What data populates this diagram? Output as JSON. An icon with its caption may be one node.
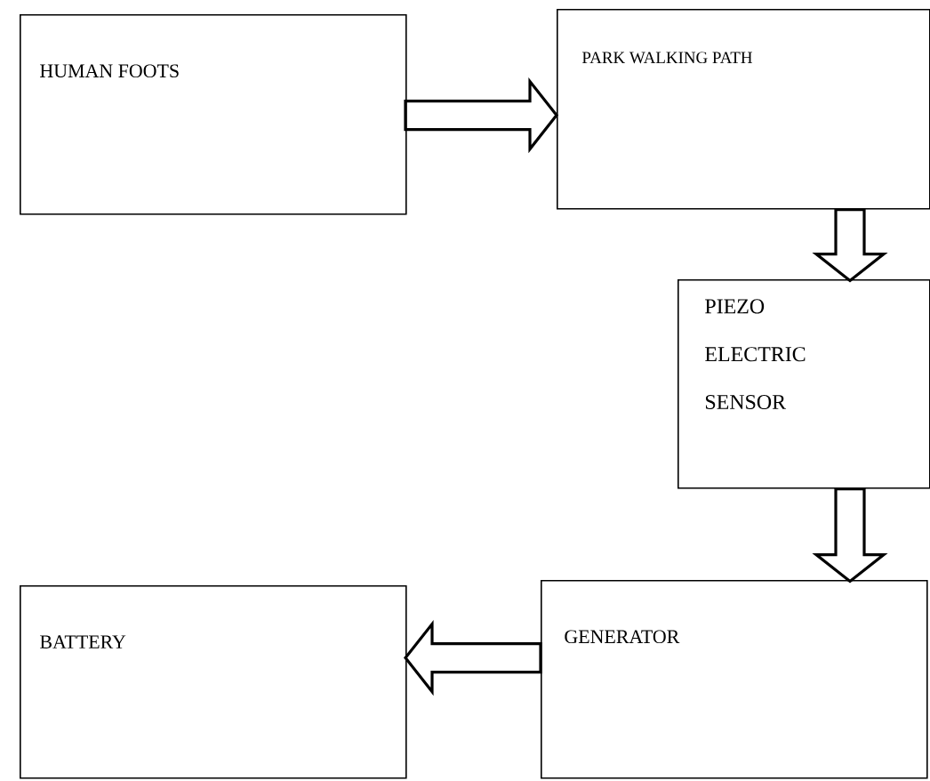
{
  "diagram": {
    "nodes": [
      {
        "text": [
          "HUMAN FOOTS"
        ]
      },
      {
        "text": [
          "PARK WALKING PATH"
        ]
      },
      {
        "text": [
          "PIEZO ELECTRIC SENSOR"
        ]
      },
      {
        "text": [
          "GENERATOR"
        ]
      },
      {
        "text": [
          "BATTERY"
        ]
      }
    ],
    "edges": [
      {
        "from": 0,
        "to": 1,
        "arrow": "to"
      },
      {
        "from": 1,
        "to": 2,
        "arrow": "to"
      },
      {
        "from": 2,
        "to": 3,
        "arrow": "to"
      },
      {
        "from": 3,
        "to": 4,
        "arrow": "to"
      }
    ]
  }
}
